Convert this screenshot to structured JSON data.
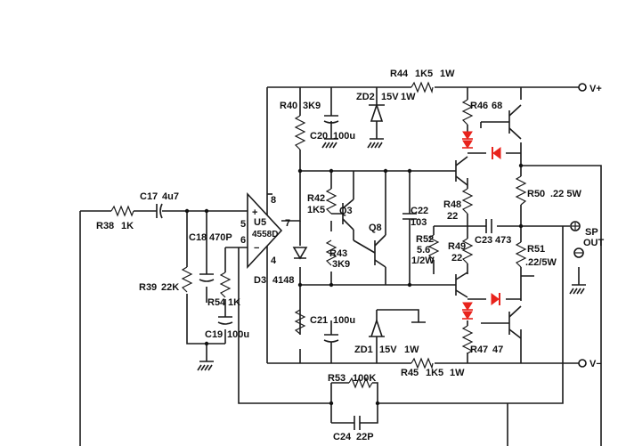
{
  "labels": {
    "r44": "R44",
    "r44_val": "1K5",
    "r44_w": "1W",
    "vplus": "V+",
    "r40": "R40",
    "r40_val": "3K9",
    "zd2": "ZD2",
    "zd2_val": "15V",
    "zd2_w": "1W",
    "r46": "R46",
    "r46_val": "68",
    "c20": "C20",
    "c20_val": "100u",
    "r42": "R42",
    "r42_val": "1K5",
    "q3": "Q3",
    "q8": "Q8",
    "c22": "C22",
    "c22_val": "103",
    "r48": "R48",
    "r48_val": "22",
    "r50": "R50",
    "r50_val": ".22 5W",
    "c17": "C17",
    "c17_val": "4u7",
    "r38": "R38",
    "r38_val": "1K",
    "c18": "C18",
    "c18_val": "470P",
    "u5": "U5",
    "u5_part": "4558D",
    "pin8": "8",
    "pin7": "7",
    "pin5": "5",
    "pin6": "6",
    "pin4": "4",
    "plus": "+",
    "minus": "−",
    "r52": "R52",
    "r52_val": "5.6",
    "r52_w": "1/2W",
    "r49": "R49",
    "r49_val": "22",
    "c23": "C23",
    "c23_val": "473",
    "r51": "R51",
    "r51_val": ".22/5W",
    "sp": "SP",
    "out": "OUT",
    "r43": "R43",
    "r43_val": "3K9",
    "r39": "R39",
    "r39_val": "22K",
    "r54": "R54",
    "r54_val": "1K",
    "c19": "C19",
    "c19_val": "100u",
    "d3": "D3",
    "d3_val": "4148",
    "c21": "C21",
    "c21_val": "100u",
    "zd1": "ZD1",
    "zd1_val": "15V",
    "zd1_w": "1W",
    "r47": "R47",
    "r47_val": "47",
    "r45": "R45",
    "r45_val": "1K5",
    "r45_w": "1W",
    "vminus": "V−",
    "r53": "R53",
    "r53_val": "100K",
    "c24": "C24",
    "c24_val": "22P"
  },
  "colors": {
    "line": "#1a1a1a",
    "highlight": "#e8231c",
    "background": "#ffffff"
  }
}
